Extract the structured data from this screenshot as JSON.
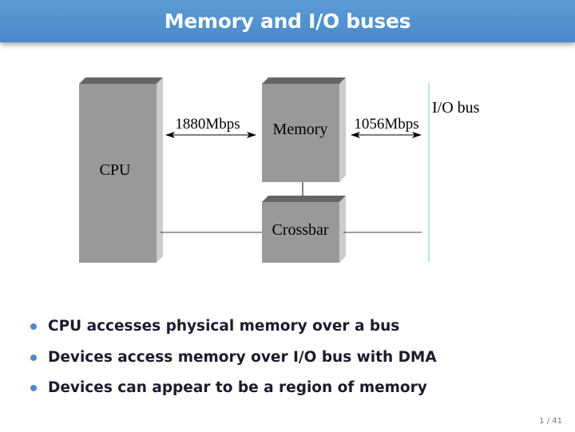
{
  "slide": {
    "title": "Memory and I/O buses",
    "page_current": "1",
    "page_separator": "/",
    "page_total": "41"
  },
  "diagram": {
    "cpu_label": "CPU",
    "memory_label": "Memory",
    "crossbar_label": "Crossbar",
    "io_bus_label": "I/O bus",
    "cpu_memory_rate": "1880Mbps",
    "memory_io_rate": "1056Mbps",
    "colors": {
      "box_front": "#999999",
      "box_top": "#666666",
      "box_side": "#cccccc",
      "io_bus_line": "#8fe0e0"
    }
  },
  "bullets": [
    "CPU accesses physical memory over a bus",
    "Devices access memory over I/O bus with DMA",
    "Devices can appear to be a region of memory"
  ],
  "colors": {
    "title_bar": "#4a89c9",
    "bullet_dot": "#4a89c9"
  }
}
